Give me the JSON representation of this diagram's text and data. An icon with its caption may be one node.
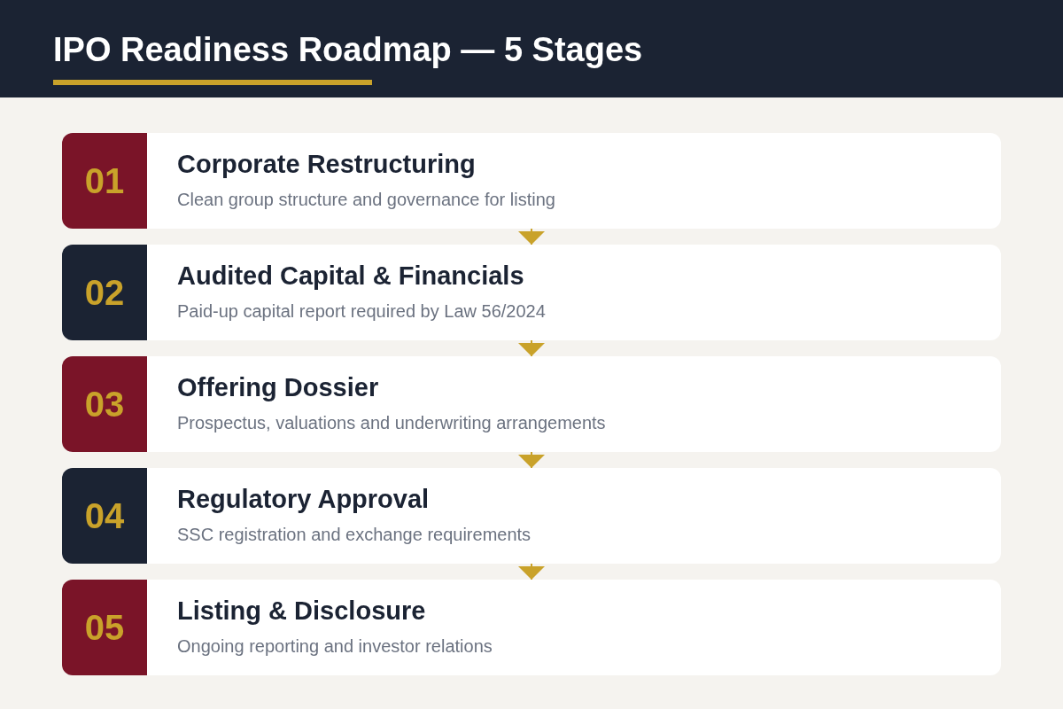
{
  "diagram": {
    "title": "IPO Readiness Roadmap — 5 Stages",
    "nodes": [
      {
        "text": [
          "Corporate Restructuring",
          "Clean group structure and governance for listing"
        ]
      },
      {
        "text": [
          "01"
        ],
        "in": 0
      },
      {
        "text": [
          "Audited Capital & Financials",
          "Paid-up capital report required by Law 56/2024"
        ]
      },
      {
        "text": [
          "02"
        ],
        "in": 2
      },
      {
        "text": [
          "Offering Dossier",
          "Prospectus, valuations and underwriting arrangements"
        ]
      },
      {
        "text": [
          "03"
        ],
        "in": 4
      },
      {
        "text": [
          "Regulatory Approval",
          "SSC registration and exchange requirements"
        ]
      },
      {
        "text": [
          "04"
        ],
        "in": 6
      },
      {
        "text": [
          "Listing & Disclosure",
          "Ongoing reporting and investor relations"
        ]
      },
      {
        "text": [
          "05"
        ],
        "in": 8
      }
    ],
    "edges": [
      {
        "from": 0,
        "to": 2,
        "arrow": "to"
      },
      {
        "from": 2,
        "to": 4,
        "arrow": "to"
      },
      {
        "from": 4,
        "to": 6,
        "arrow": "to"
      },
      {
        "from": 6,
        "to": 8,
        "arrow": "to"
      }
    ]
  }
}
